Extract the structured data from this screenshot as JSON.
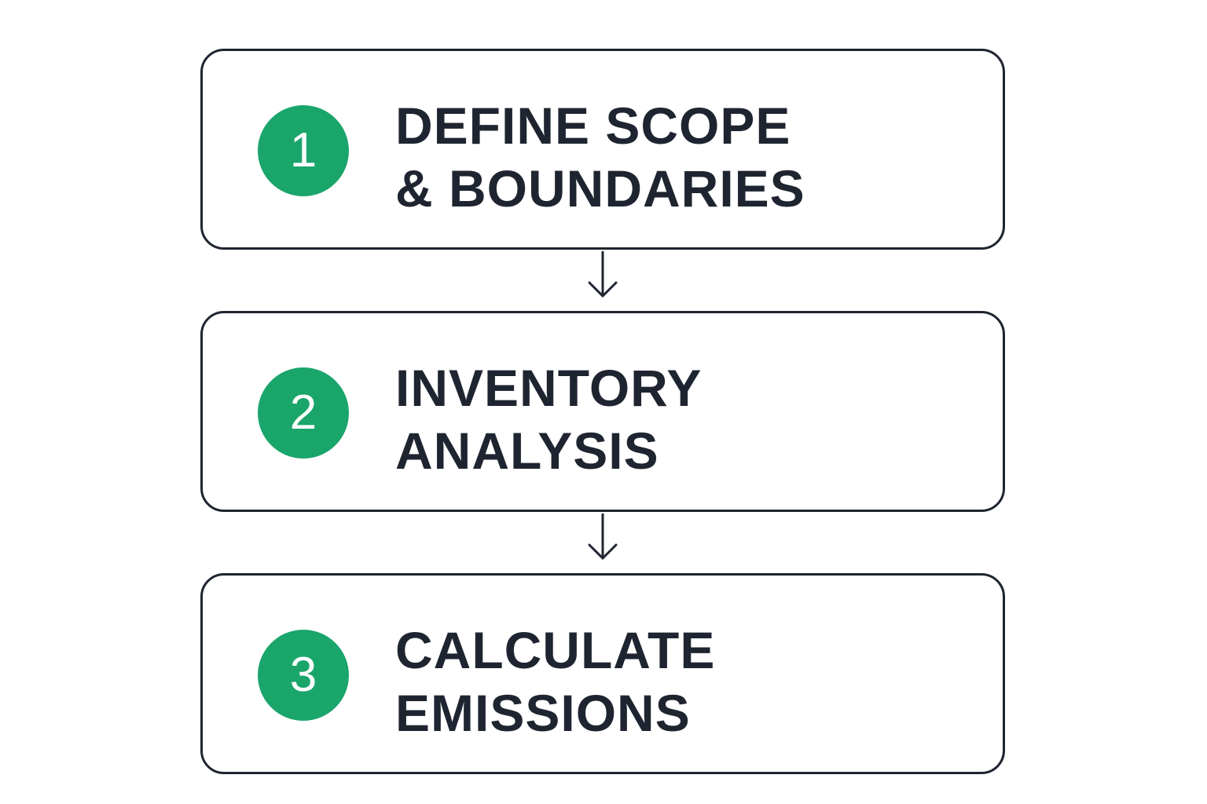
{
  "accent_color": "#1aa56b",
  "text_color": "#1f2530",
  "steps": [
    {
      "number": "1",
      "line1": "DEFINE SCOPE",
      "line2": "& BOUNDARIES"
    },
    {
      "number": "2",
      "line1": "INVENTORY",
      "line2": "ANALYSIS"
    },
    {
      "number": "3",
      "line1": "CALCULATE",
      "line2": "EMISSIONS"
    }
  ],
  "connector_icon": "arrow-down-icon"
}
